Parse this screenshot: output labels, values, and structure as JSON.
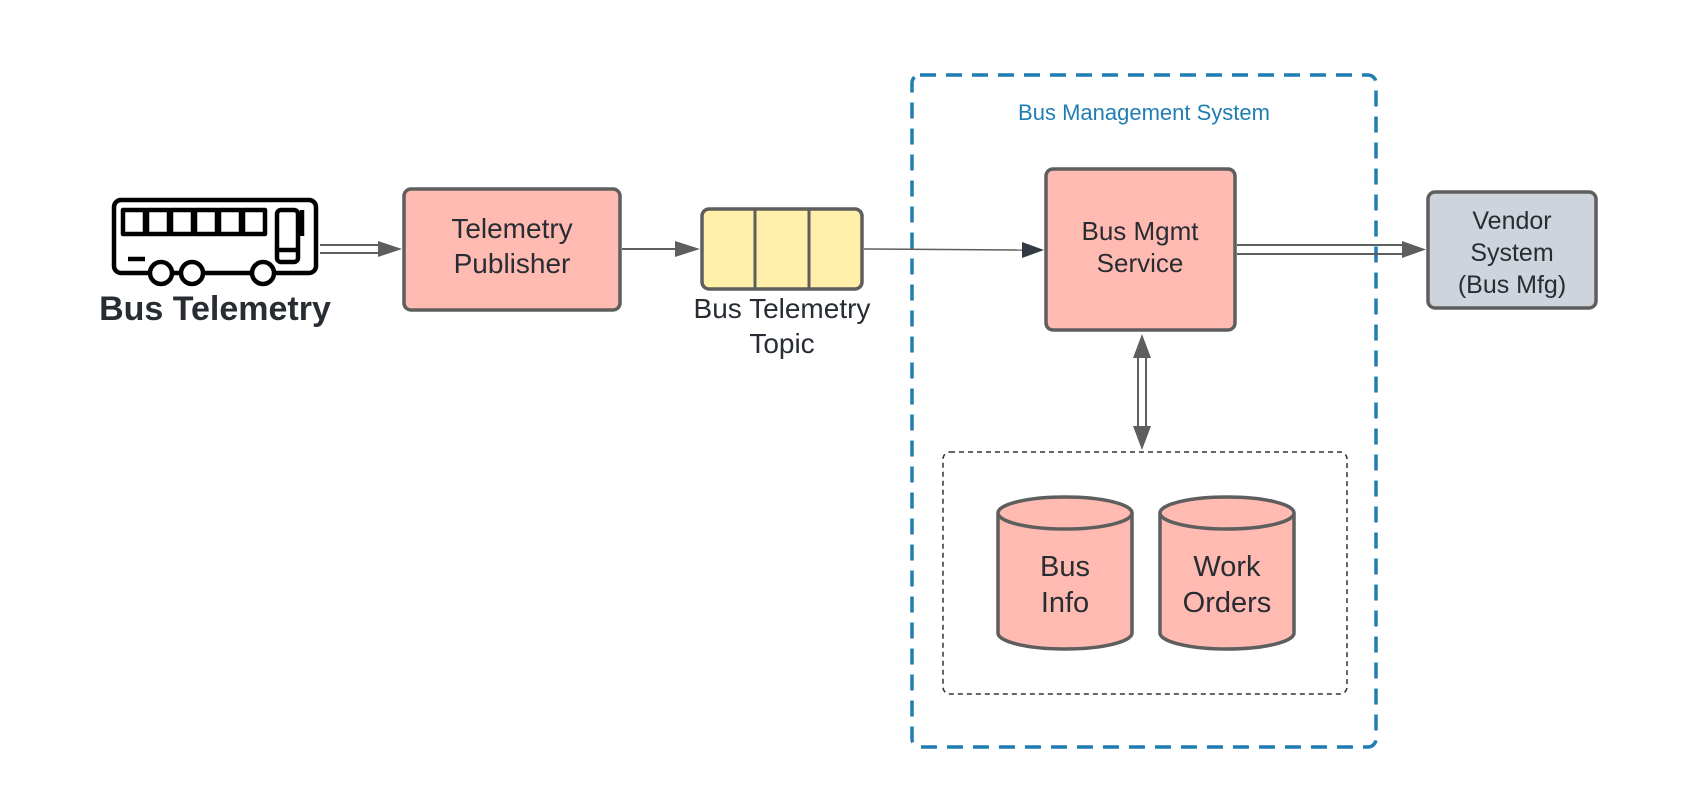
{
  "colors": {
    "service_fill": "#FFBBB1",
    "topic_fill": "#FFEFA9",
    "vendor_fill": "#CED4DB",
    "outline": "#5E5E5E",
    "text": "#282C33",
    "boundary": "#1F7DB4",
    "background": "#FFFFFF"
  },
  "source": {
    "icon": "bus-icon",
    "label": "Bus Telemetry"
  },
  "telemetry_publisher": {
    "line1": "Telemetry",
    "line2": "Publisher"
  },
  "topic": {
    "line1": "Bus Telemetry",
    "line2": "Topic"
  },
  "boundary": {
    "label": "Bus Management System"
  },
  "bus_mgmt_service": {
    "line1": "Bus Mgmt",
    "line2": "Service"
  },
  "vendor_system": {
    "line1": "Vendor",
    "line2": "System",
    "line3": "(Bus Mfg)"
  },
  "databases": [
    {
      "line1": "Bus",
      "line2": "Info"
    },
    {
      "line1": "Work",
      "line2": "Orders"
    }
  ]
}
